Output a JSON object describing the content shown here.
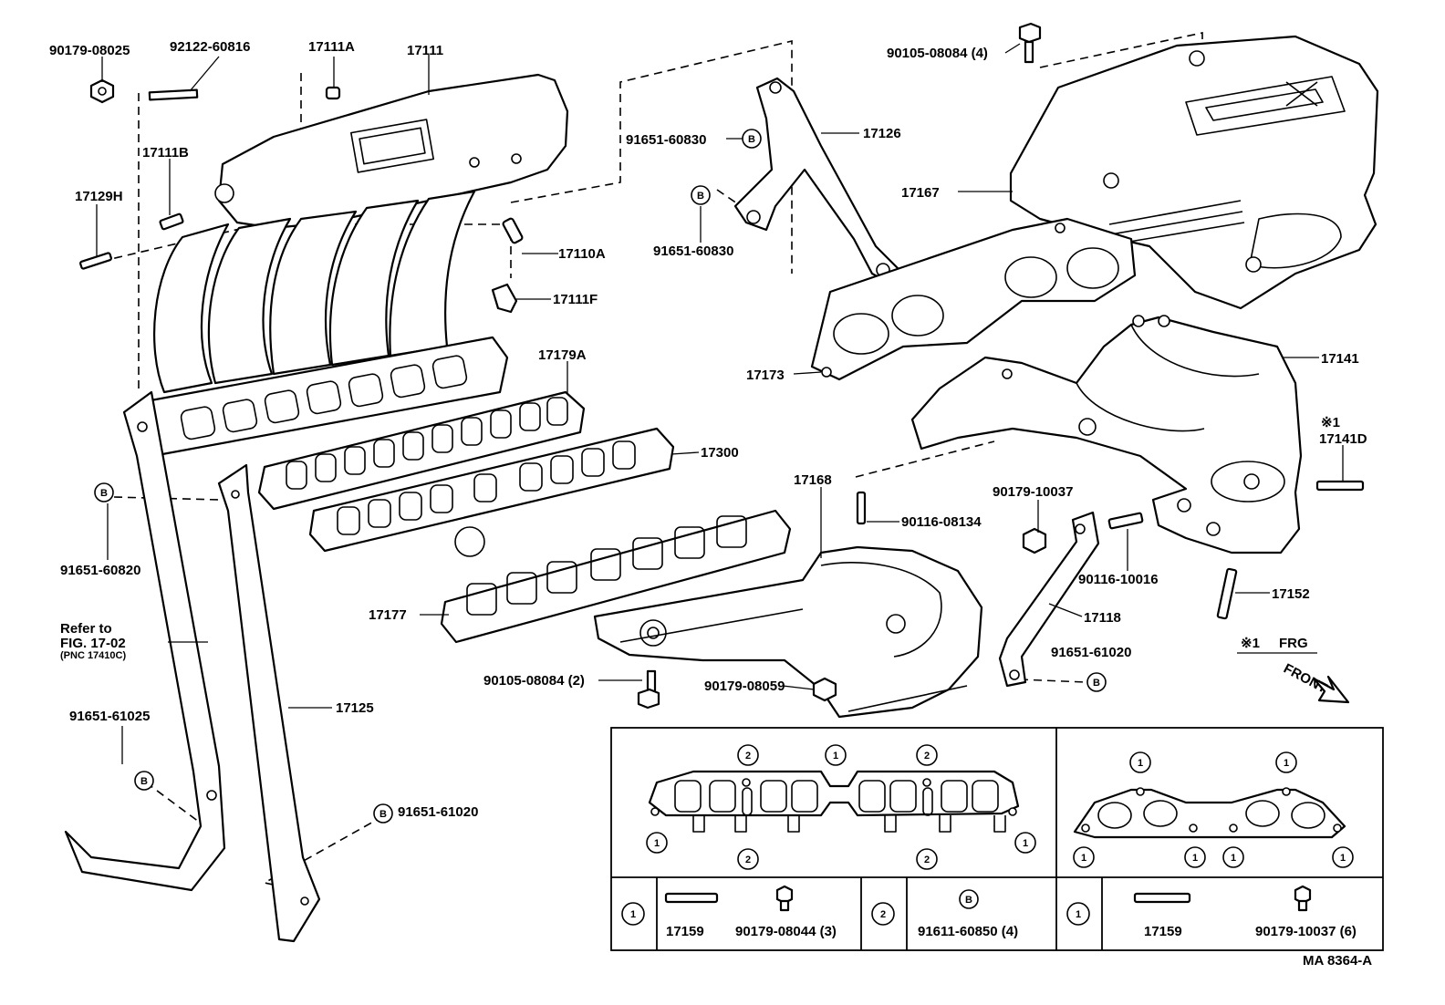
{
  "labels": {
    "p90179_08025": "90179-08025",
    "p92122_60816": "92122-60816",
    "p17111A": "17111A",
    "p17111": "17111",
    "p17111B": "17111B",
    "p17129H": "17129H",
    "p17110A": "17110A",
    "p17111F": "17111F",
    "p17179A": "17179A",
    "p17300": "17300",
    "p91651_60820": "91651-60820",
    "refer1": "Refer to",
    "refer2": "FIG. 17-02",
    "refer3": "(PNC 17410C)",
    "p91651_61025": "91651-61025",
    "p17125": "17125",
    "p91651_61020a": "91651-61020",
    "p17177": "17177",
    "p17168": "17168",
    "p90116_08134": "90116-08134",
    "p90105_08084_2": "90105-08084 (2)",
    "p90179_08059": "90179-08059",
    "p91651_60830a": "91651-60830",
    "p17126": "17126",
    "p91651_60830b": "91651-60830",
    "p90105_08084_4": "90105-08084 (4)",
    "p17167": "17167",
    "p17173": "17173",
    "p17141": "17141",
    "mark1": "※1",
    "p17141D": "17141D",
    "p90179_10037": "90179-10037",
    "p90116_10016": "90116-10016",
    "p17152": "17152",
    "p17118": "17118",
    "p91651_61020b": "91651-61020",
    "frg_mark": "※1",
    "frg": "FRG",
    "front": "FRONT",
    "code": "MA 8364-A"
  },
  "markers": {
    "b": "B",
    "one": "1",
    "two": "2"
  },
  "legend": {
    "l_17159": "17159",
    "l_90179_08044": "90179-08044 (3)",
    "l_91611_60850": "91611-60850 (4)",
    "r_17159": "17159",
    "r_90179_10037": "90179-10037 (6)"
  }
}
